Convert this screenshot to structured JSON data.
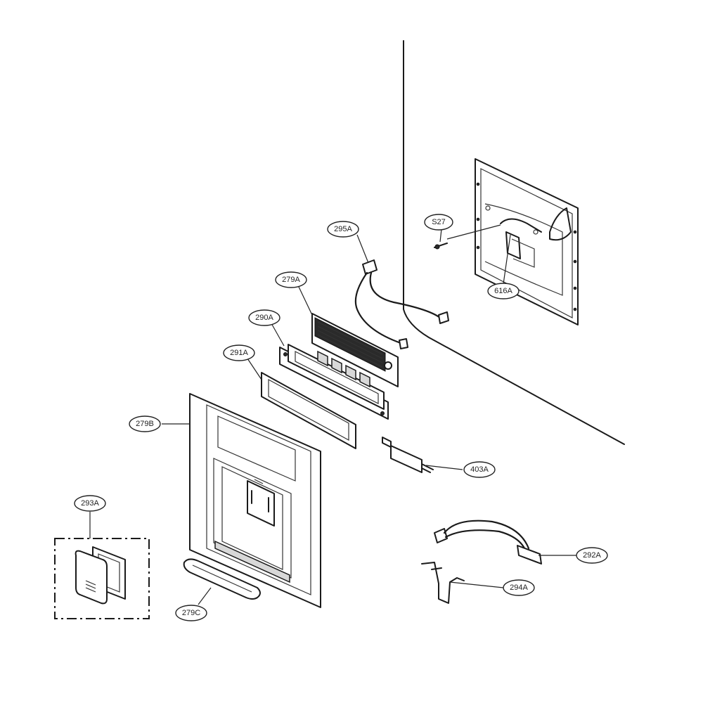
{
  "callouts": [
    {
      "id": "295A",
      "label": "295A"
    },
    {
      "id": "S27",
      "label": "S27"
    },
    {
      "id": "279A",
      "label": "279A"
    },
    {
      "id": "616A",
      "label": "616A"
    },
    {
      "id": "290A",
      "label": "290A"
    },
    {
      "id": "291A",
      "label": "291A"
    },
    {
      "id": "279B",
      "label": "279B"
    },
    {
      "id": "403A",
      "label": "403A"
    },
    {
      "id": "293A",
      "label": "293A"
    },
    {
      "id": "292A",
      "label": "292A"
    },
    {
      "id": "294A",
      "label": "294A"
    },
    {
      "id": "279C",
      "label": "279C"
    }
  ]
}
